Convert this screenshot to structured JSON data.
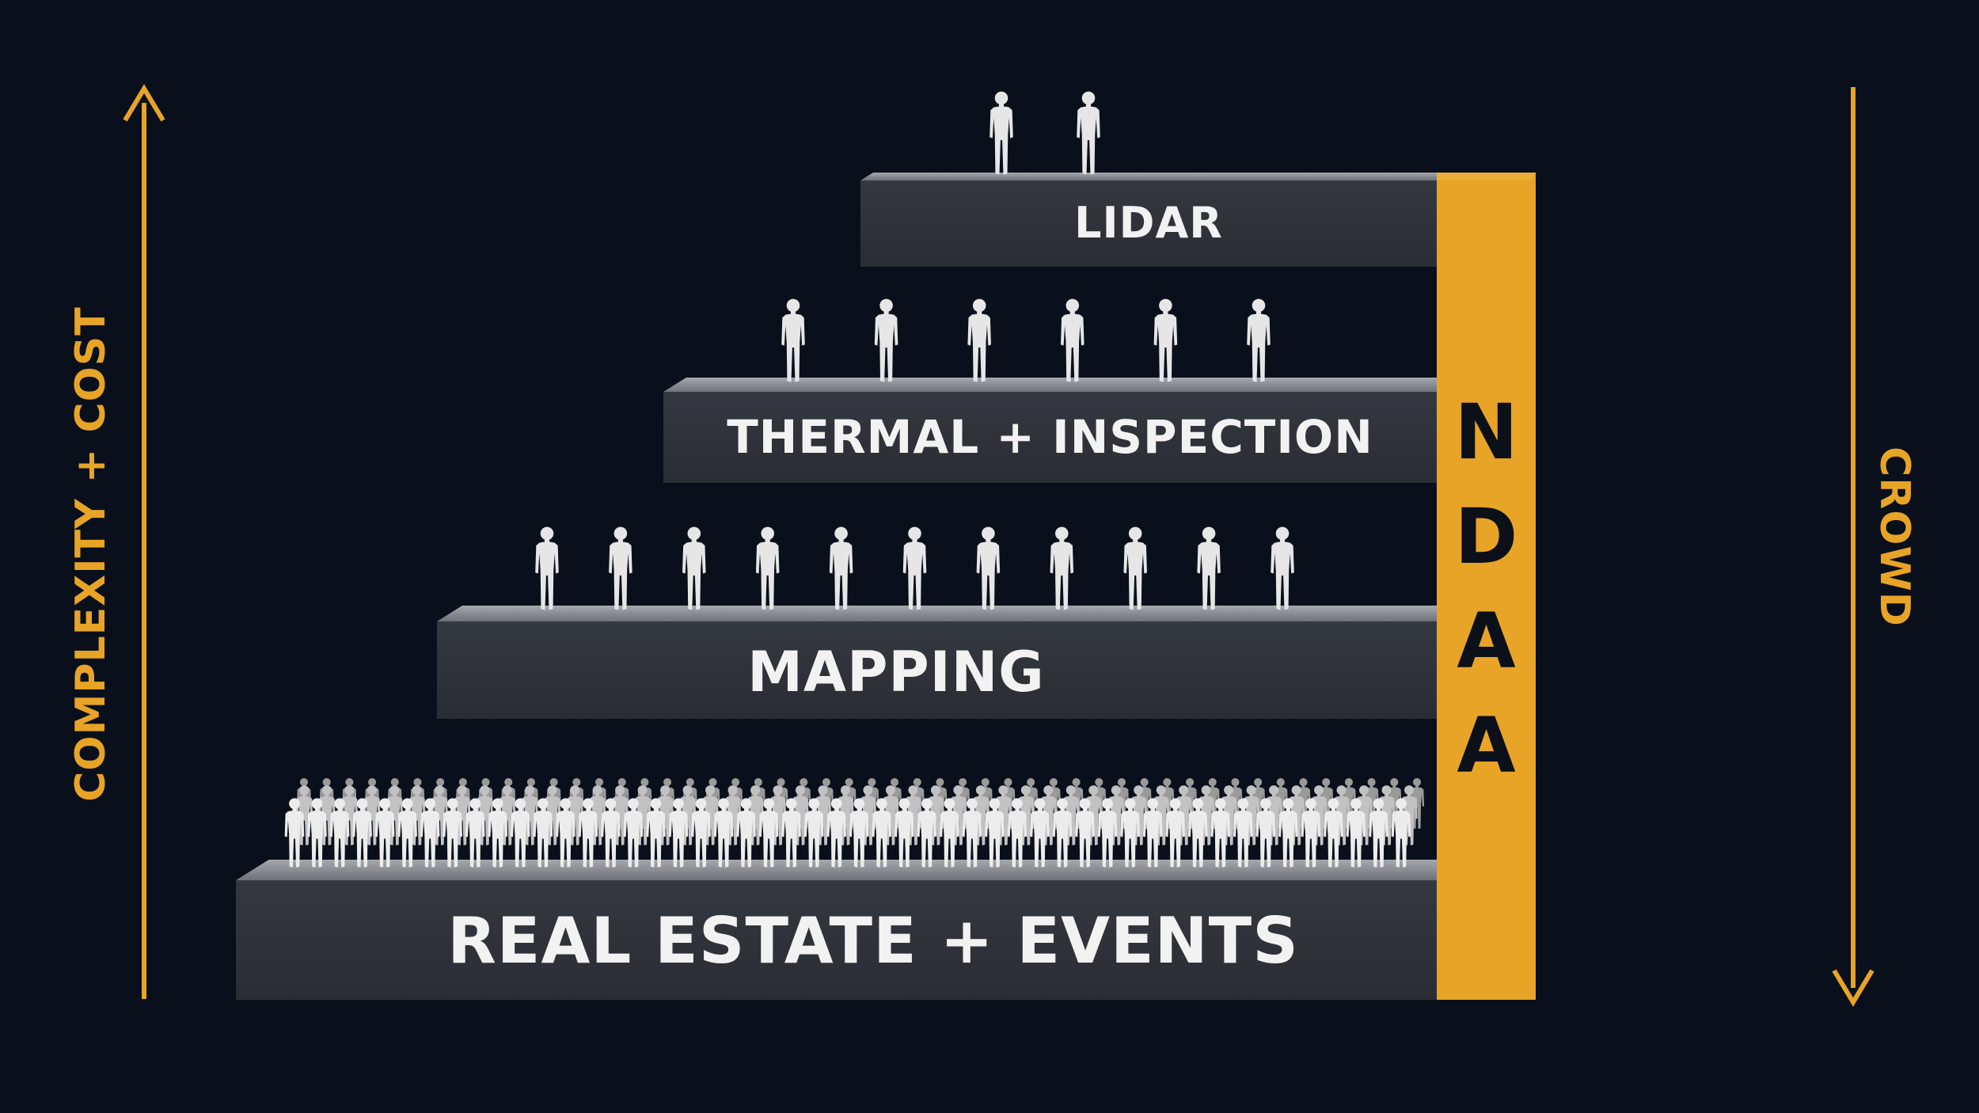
{
  "colors": {
    "background": "#09101b",
    "accent": "#e8a427",
    "step_face": "#30343c",
    "step_top": "#8f9298",
    "figure": "#e4e4e4",
    "text": "#f2f2f2"
  },
  "axis_left": {
    "label": "COMPLEXITY + COST",
    "direction": "up"
  },
  "axis_right": {
    "label": "CROWD",
    "direction": "down"
  },
  "ndaa_bar": {
    "letters": [
      "N",
      "D",
      "A",
      "A"
    ]
  },
  "tiers": [
    {
      "label": "LIDAR",
      "figures": 2
    },
    {
      "label": "THERMAL + INSPECTION",
      "figures": 6
    },
    {
      "label": "MAPPING",
      "figures": 11
    },
    {
      "label": "REAL ESTATE + EVENTS",
      "figures": 150
    }
  ]
}
